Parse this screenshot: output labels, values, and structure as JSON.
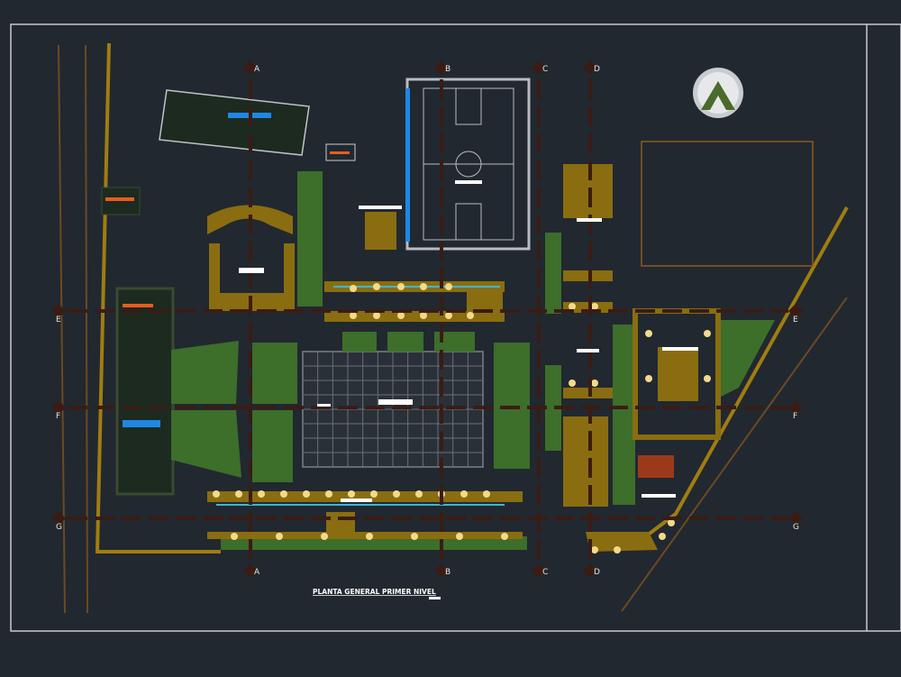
{
  "drawing": {
    "title": "PLANTA GENERAL PRIMER NIVEL",
    "grid_axes": {
      "vertical": [
        "A",
        "B",
        "C",
        "D"
      ],
      "horizontal": [
        "E",
        "F",
        "G"
      ]
    },
    "north_icon": "north-arrow-icon",
    "colors": {
      "background": "#212830",
      "frame": "#c8ccd0",
      "structure": "#8a6d10",
      "axis": "#3a1c14",
      "green": "#3d6e2a",
      "water": "#1e88e5",
      "path": "#8a8f96"
    }
  }
}
